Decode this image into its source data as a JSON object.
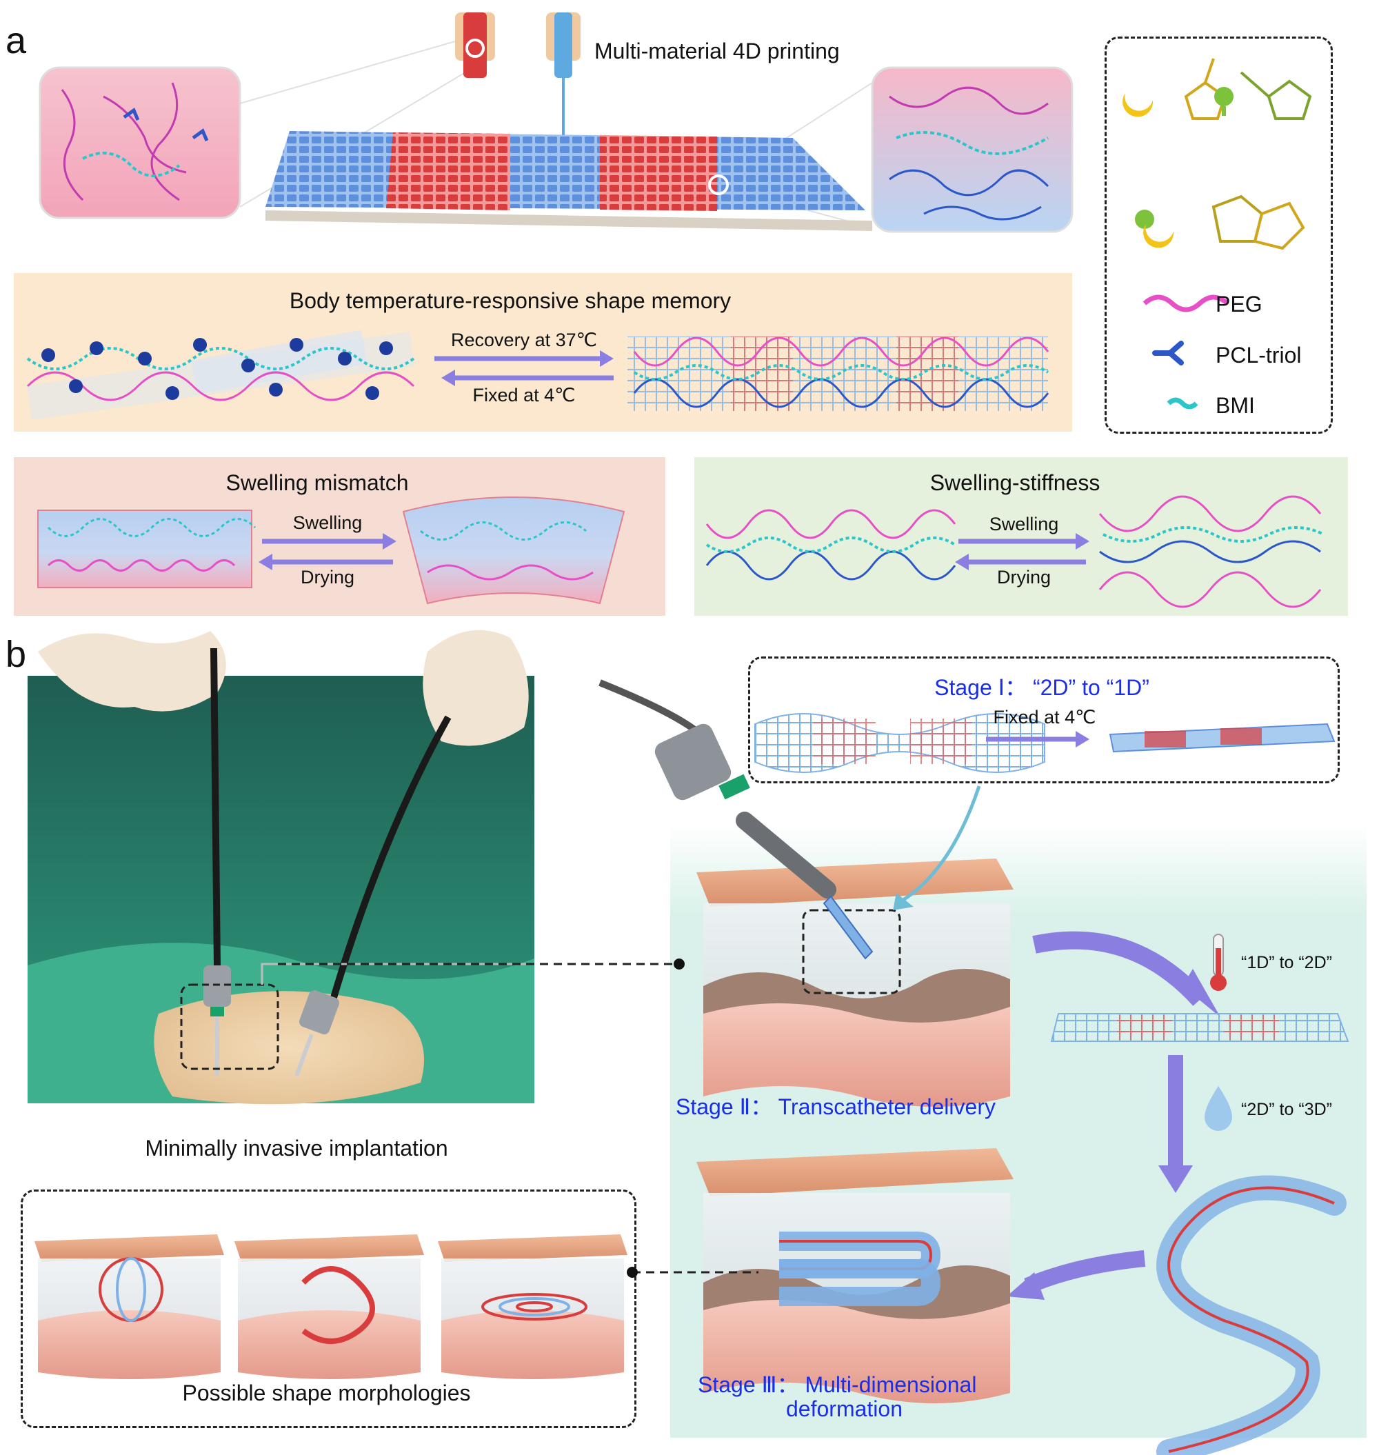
{
  "panel_a": {
    "letter": "a",
    "printing_title": "Multi-material 4D printing",
    "legend": {
      "items": [
        {
          "label": "PEG",
          "color": "#e64fc5"
        },
        {
          "label": "PCL-triol",
          "color": "#2b57c9"
        },
        {
          "label": "BMI",
          "color": "#2bc6c9"
        }
      ]
    },
    "shape_memory": {
      "title": "Body temperature-responsive shape memory",
      "forward": "Recovery at 37℃",
      "backward": "Fixed at 4℃"
    },
    "swelling_mismatch": {
      "title": "Swelling mismatch",
      "forward": "Swelling",
      "backward": "Drying"
    },
    "swelling_stiffness": {
      "title": "Swelling-stiffness",
      "forward": "Swelling",
      "backward": "Drying"
    }
  },
  "panel_b": {
    "letter": "b",
    "stage1": {
      "title": "Stage Ⅰ： “2D” to “1D”",
      "arrow": "Fixed at 4℃"
    },
    "stage2": "Stage Ⅱ： Transcatheter delivery",
    "stage3_line1": "Stage Ⅲ： Multi-dimensional",
    "stage3_line2": "deformation",
    "step_1d_2d": "“1D” to “2D”",
    "step_2d_3d": "“2D” to “3D”",
    "implant_caption": "Minimally invasive implantation",
    "morph_caption": "Possible shape morphologies"
  },
  "colors": {
    "shape_memory_bg": "#fbe8cf",
    "mismatch_bg": "#f5ddd3",
    "stiffness_bg": "#e6f1dd",
    "arrow": "#8a7fe0",
    "stage_text": "#1a2ee6",
    "green_bg": "#d9f1ea",
    "skin_top": "#e8a884",
    "tissue": "#efb3a5"
  }
}
